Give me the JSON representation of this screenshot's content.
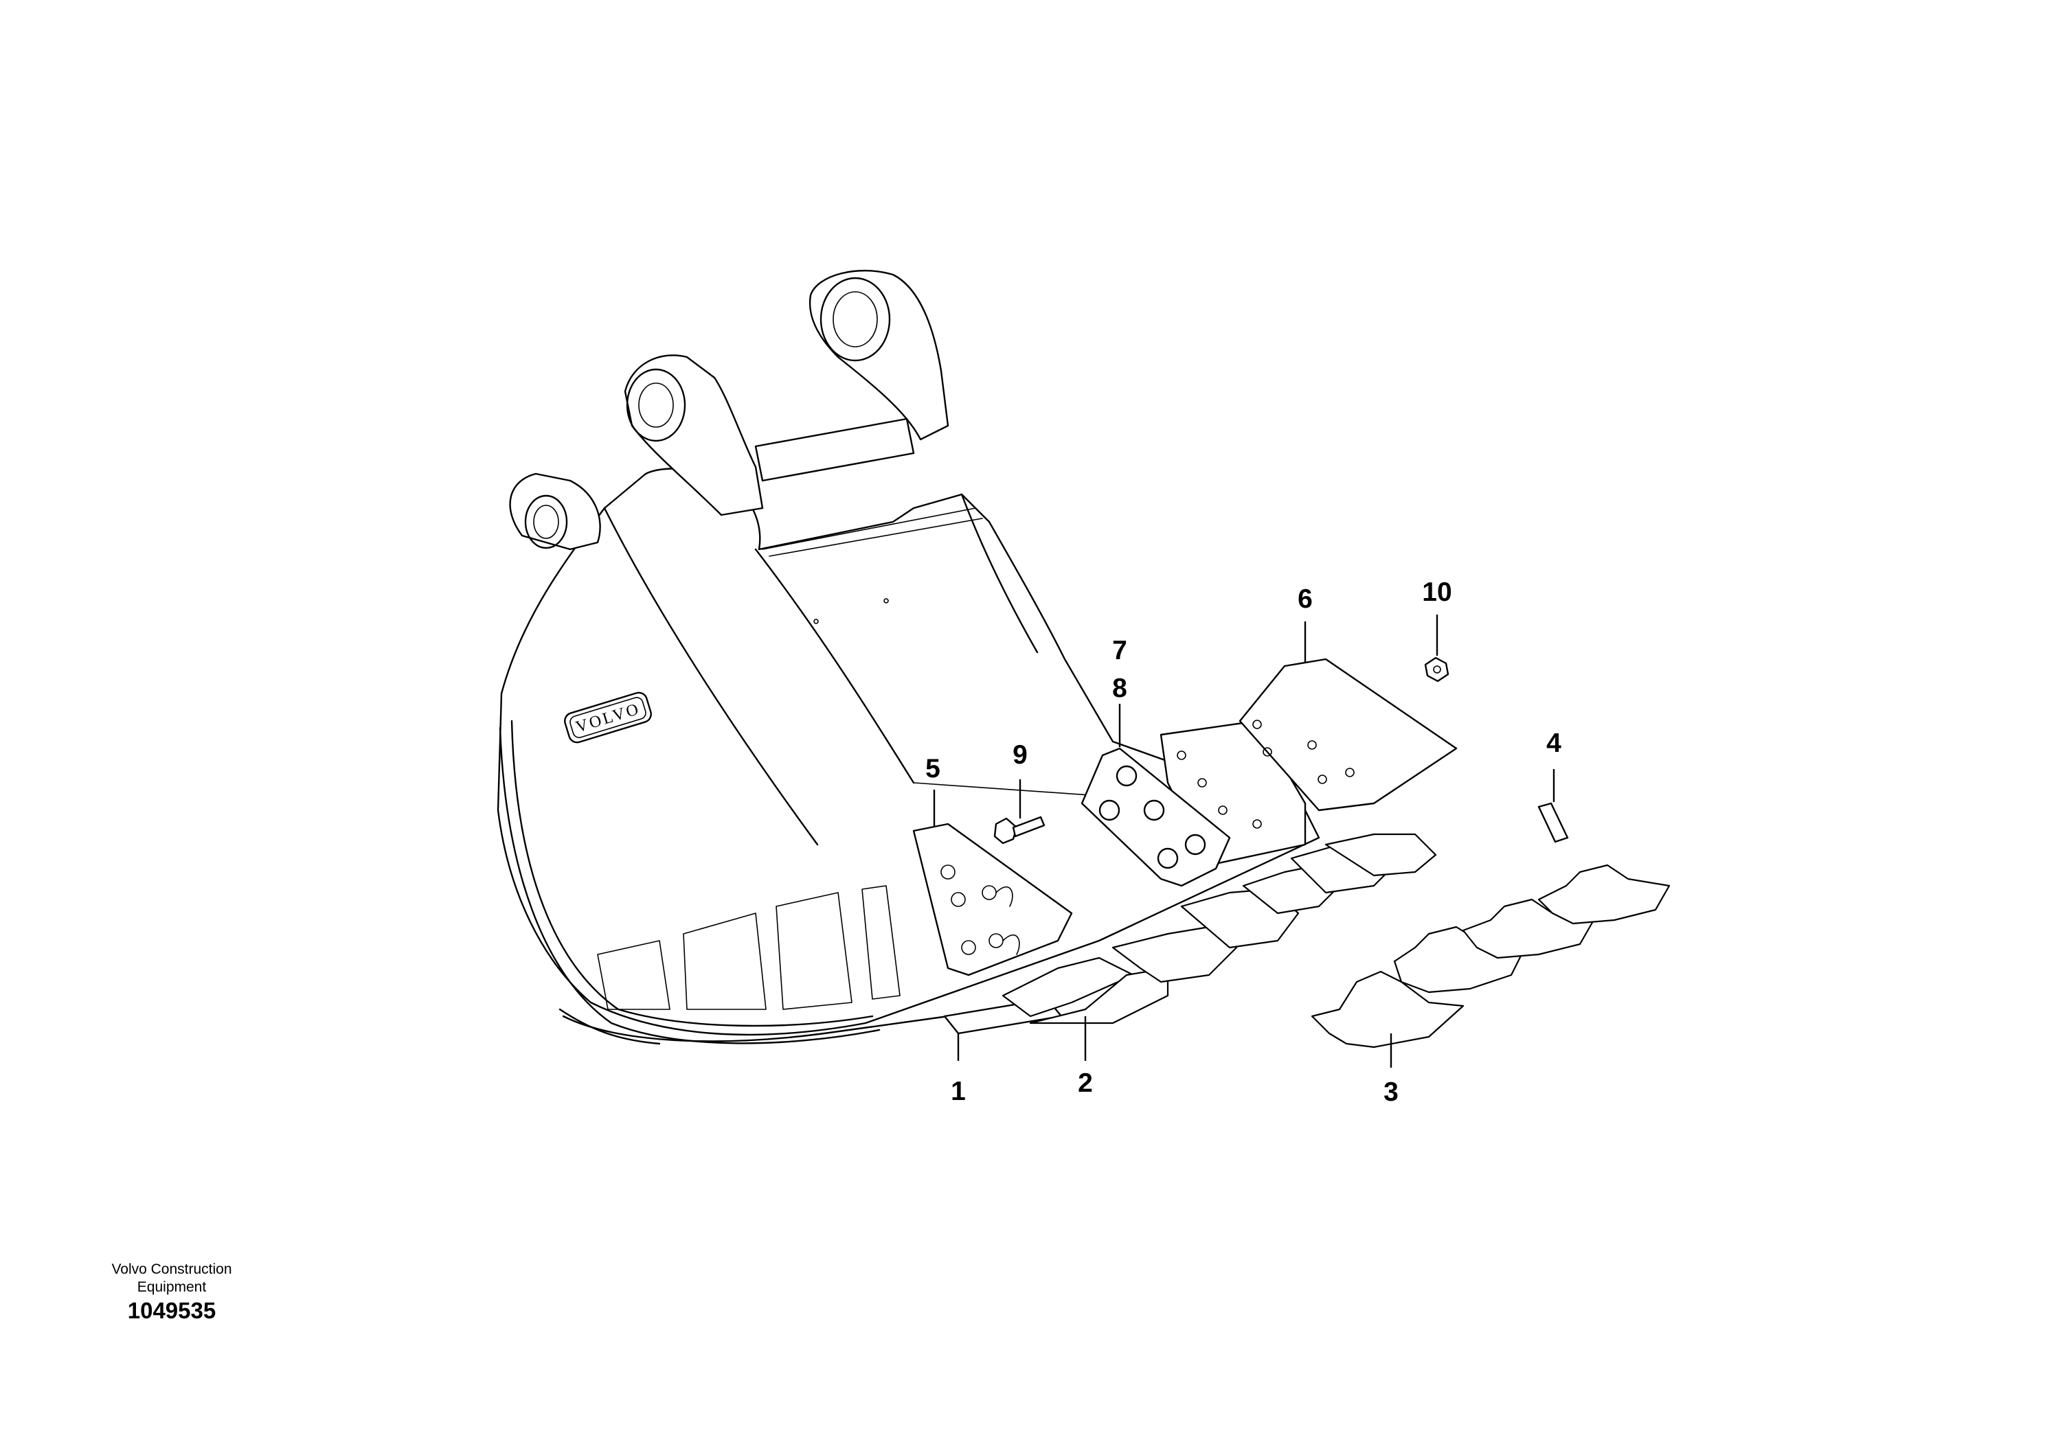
{
  "diagram": {
    "brand_logo_text": "VOLVO",
    "callouts": [
      {
        "id": "1",
        "label": "1"
      },
      {
        "id": "2",
        "label": "2"
      },
      {
        "id": "3",
        "label": "3"
      },
      {
        "id": "4",
        "label": "4"
      },
      {
        "id": "5",
        "label": "5"
      },
      {
        "id": "6",
        "label": "6"
      },
      {
        "id": "7",
        "label": "7"
      },
      {
        "id": "8",
        "label": "8"
      },
      {
        "id": "9",
        "label": "9"
      },
      {
        "id": "10",
        "label": "10"
      }
    ]
  },
  "footer": {
    "company_line1": "Volvo Construction",
    "company_line2": "Equipment",
    "drawing_number": "1049535"
  }
}
